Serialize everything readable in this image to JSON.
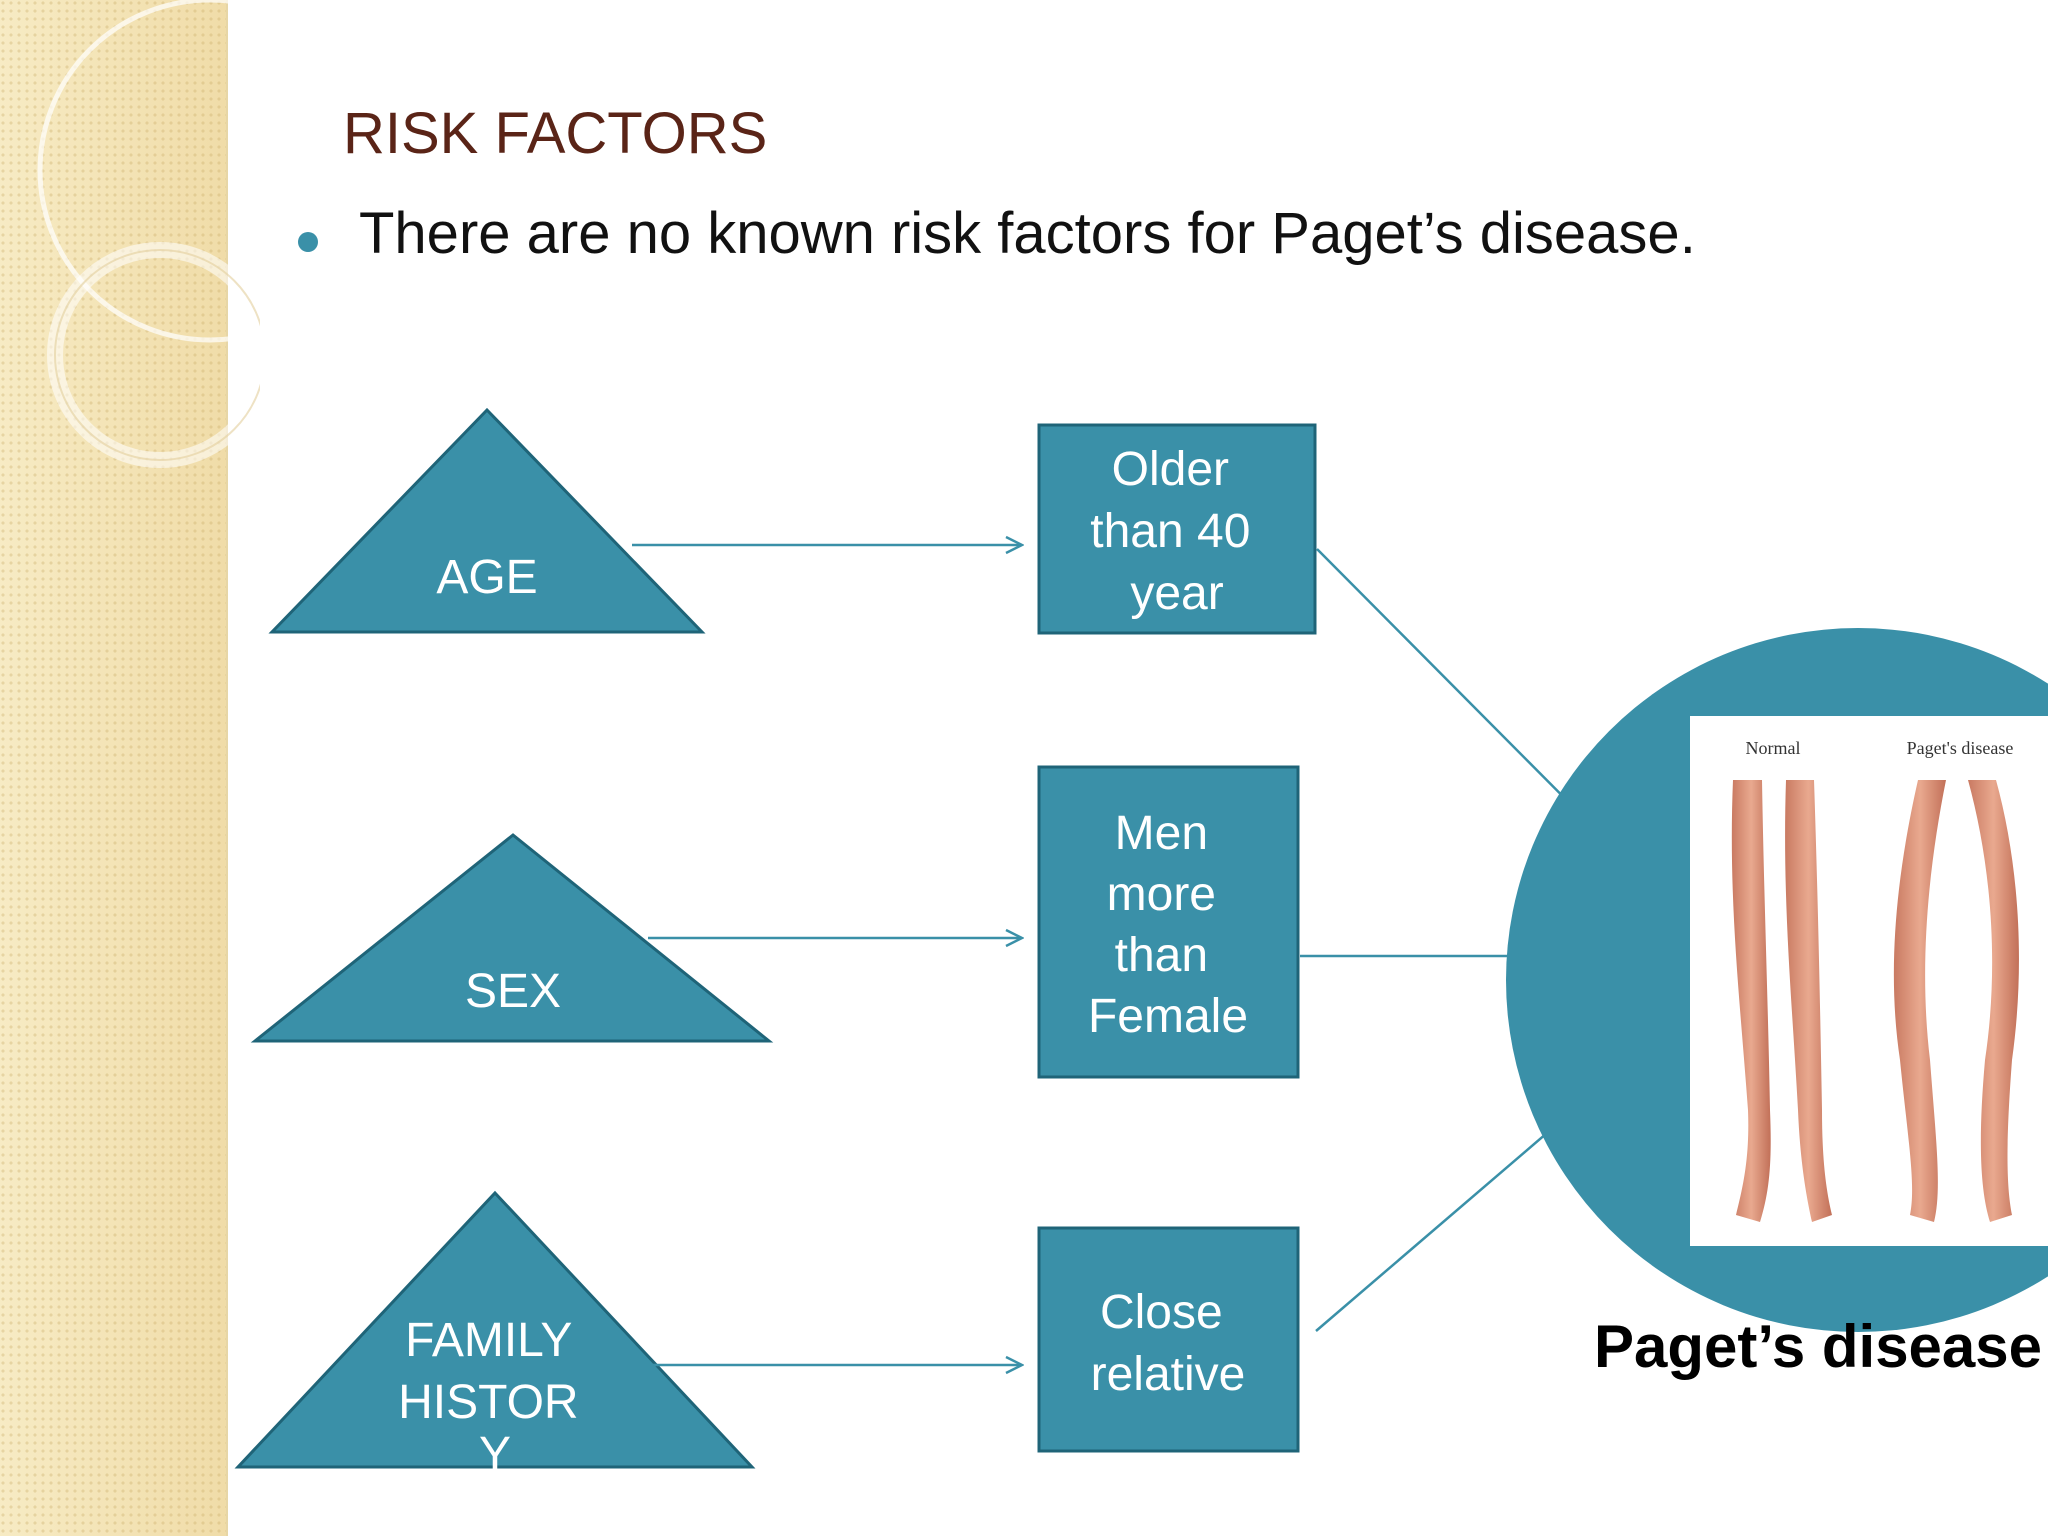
{
  "title": "RISK FACTORS",
  "bullet": "There are no known risk factors for Paget’s disease.",
  "factors": [
    {
      "label": "AGE",
      "detail_lines": [
        "Older",
        "than 40",
        "year"
      ]
    },
    {
      "label": "SEX",
      "detail_lines": [
        "Men",
        "more",
        "than",
        "Female"
      ]
    },
    {
      "label_lines": [
        "FAMILY",
        "HISTOR",
        "Y"
      ],
      "detail_lines": [
        "Close",
        "relative"
      ]
    }
  ],
  "result": {
    "caption": "Paget’s disease",
    "image_labels": [
      "Normal",
      "Paget's disease"
    ]
  },
  "colors": {
    "shape_fill": "#3a90a8",
    "shape_border": "#1f6478",
    "arrow": "#3a90a8",
    "title": "#5a2417",
    "sidebar": "#f5e6b8"
  }
}
